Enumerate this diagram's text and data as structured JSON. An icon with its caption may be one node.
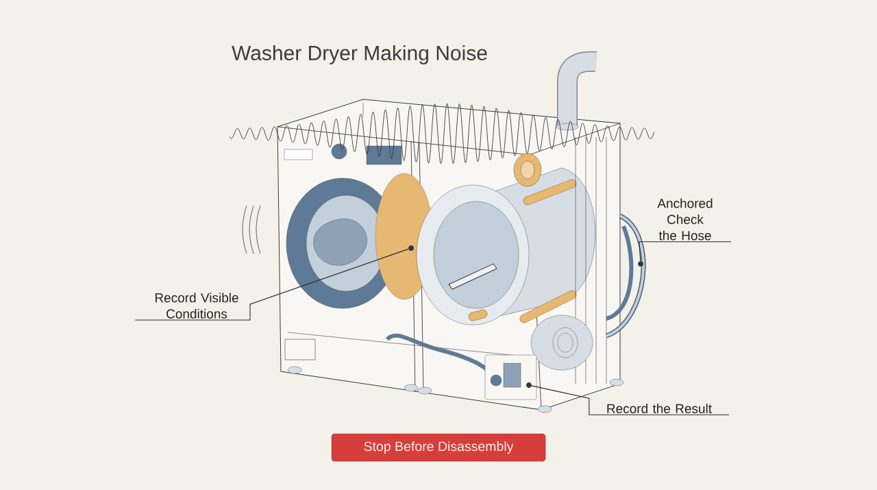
{
  "diagram": {
    "title": "Washer Dryer Making Noise",
    "nodes": [
      {
        "text": [
          "Record Visible Conditions"
        ]
      },
      {
        "text": [],
        "shape": "circle"
      },
      {
        "text": [
          "Anchored Check the Hose"
        ]
      },
      {
        "text": [],
        "shape": "circle"
      },
      {
        "text": [
          "Record the Result"
        ]
      },
      {
        "text": [],
        "shape": "circle"
      },
      {
        "text": [
          "Stop Before Disassembly"
        ]
      }
    ],
    "edges": [
      {
        "from": 0,
        "to": 1,
        "arrow": "none"
      },
      {
        "from": 2,
        "to": 3,
        "arrow": "none"
      },
      {
        "from": 4,
        "to": 5,
        "arrow": "none"
      }
    ]
  }
}
